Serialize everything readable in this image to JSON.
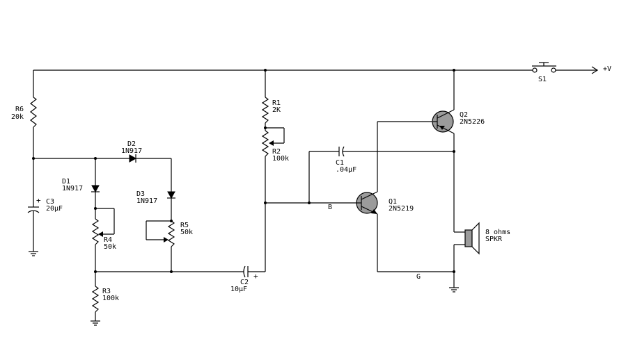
{
  "supply": {
    "label": "+V"
  },
  "switch": {
    "ref": "S1"
  },
  "resistors": {
    "r6": {
      "ref": "R6",
      "value": "20k"
    },
    "r1": {
      "ref": "R1",
      "value": "2K"
    },
    "r2": {
      "ref": "R2",
      "value": "100k"
    },
    "r4": {
      "ref": "R4",
      "value": "50k"
    },
    "r5": {
      "ref": "R5",
      "value": "50k"
    },
    "r3": {
      "ref": "R3",
      "value": "100k"
    }
  },
  "capacitors": {
    "c3": {
      "ref": "C3",
      "value": "20µF",
      "polarity": "+"
    },
    "c1": {
      "ref": "C1",
      "value": ".04µF"
    },
    "c2": {
      "ref": "C2",
      "value": "10µF",
      "polarity": "+"
    }
  },
  "diodes": {
    "d1": {
      "ref": "D1",
      "value": "1N917"
    },
    "d2": {
      "ref": "D2",
      "value": "1N917"
    },
    "d3": {
      "ref": "D3",
      "value": "1N917"
    }
  },
  "transistors": {
    "q1": {
      "ref": "Q1",
      "value": "2N5219"
    },
    "q2": {
      "ref": "Q2",
      "value": "2N5226"
    }
  },
  "speaker": {
    "value": "8 ohms",
    "ref": "SPKR"
  },
  "nodes": {
    "b": "B",
    "g": "G"
  }
}
